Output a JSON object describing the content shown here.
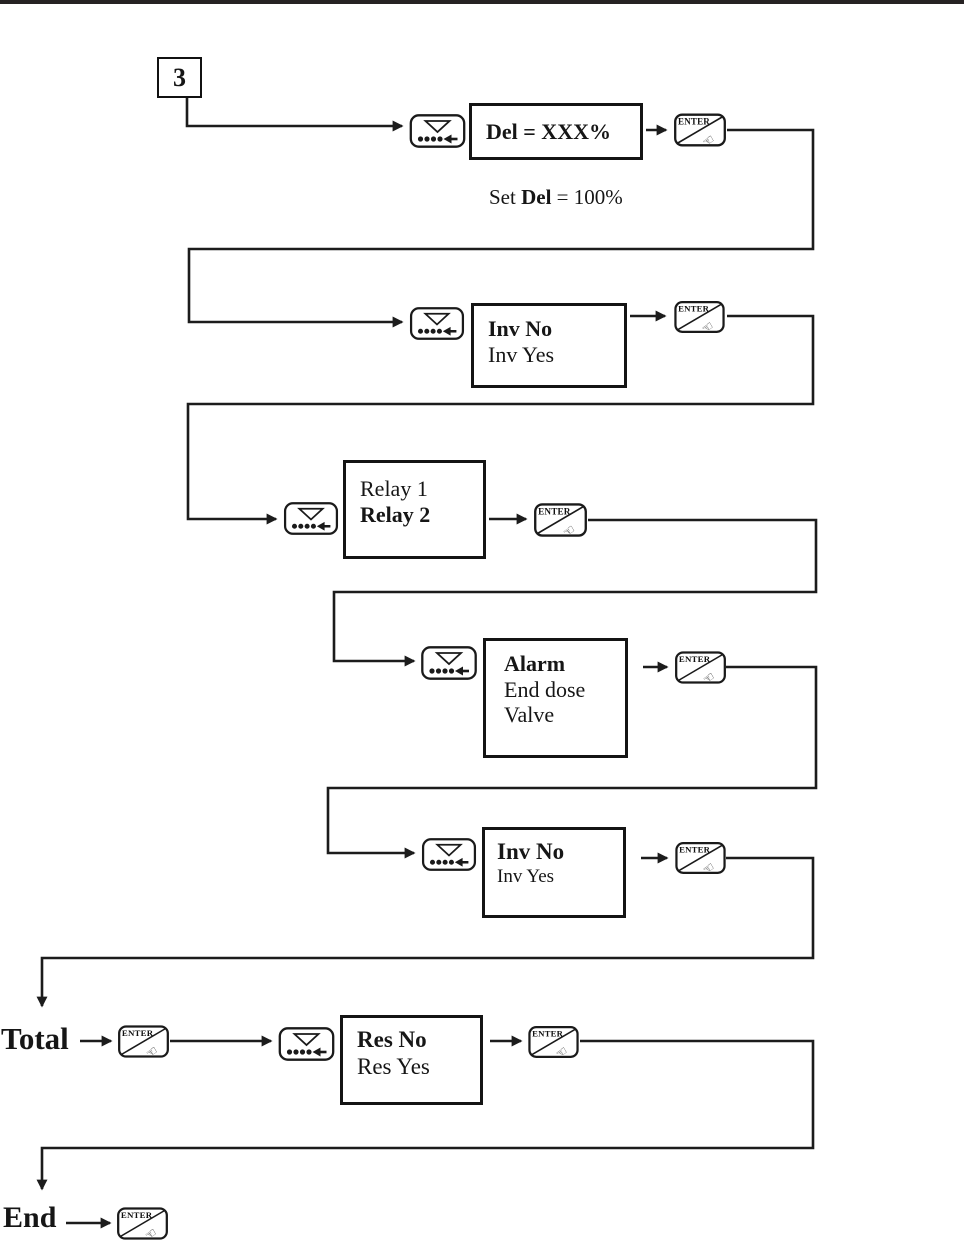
{
  "step_box": {
    "number": "3"
  },
  "annotation": {
    "pre": "Set ",
    "emph": "Del",
    "post": " = 100%"
  },
  "keys": {
    "enter_label": "ENTER"
  },
  "icons": {
    "enter_hand": "☜",
    "down_key_meaning": "scroll-down-multifunction-key",
    "enter_key_meaning": "enter-confirm-key"
  },
  "displays": {
    "del": {
      "line1": "Del = XXX%"
    },
    "inv1": {
      "line1": "Inv No",
      "line2": "Inv Yes"
    },
    "relay": {
      "line1": "Relay 1",
      "line2": "Relay 2"
    },
    "alarm": {
      "line1": "Alarm",
      "line2": "End dose",
      "line3": "Valve"
    },
    "inv2": {
      "line1": "Inv No",
      "line2": "Inv Yes"
    },
    "res": {
      "line1": "Res No",
      "line2": "Res Yes"
    }
  },
  "labels": {
    "total": "Total",
    "end": "End"
  }
}
